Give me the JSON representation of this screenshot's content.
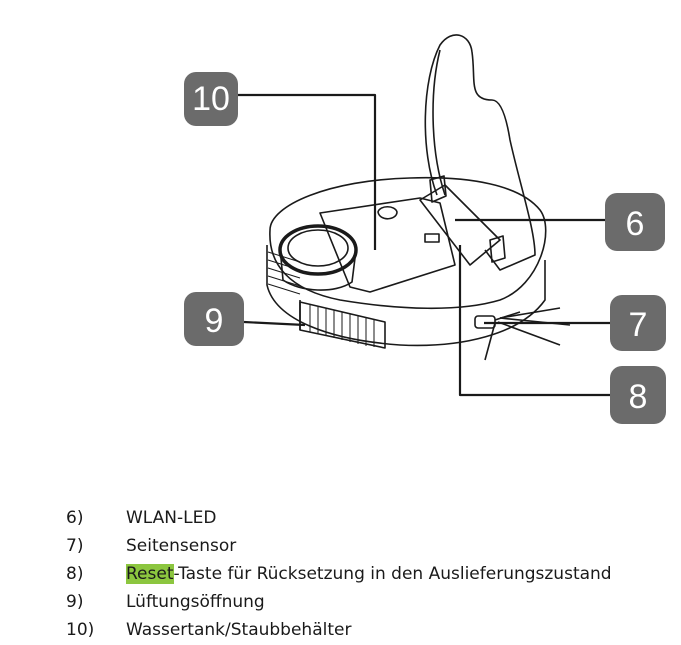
{
  "callouts": [
    {
      "id": "10",
      "label": "10"
    },
    {
      "id": "6",
      "label": "6"
    },
    {
      "id": "9",
      "label": "9"
    },
    {
      "id": "7",
      "label": "7"
    },
    {
      "id": "8",
      "label": "8"
    }
  ],
  "legend": [
    {
      "num": "6)",
      "text": "WLAN-LED"
    },
    {
      "num": "7)",
      "text": "Seitensensor"
    },
    {
      "num": "8)",
      "highlight": "Reset",
      "text": "-Taste für Rücksetzung in den Auslieferungszustand"
    },
    {
      "num": "9)",
      "text": "Lüftungsöffnung"
    },
    {
      "num": "10)",
      "text": "Wassertank/Staubbehälter"
    }
  ],
  "colors": {
    "callout_fill": "#6b6b6b",
    "callout_text": "#ffffff",
    "highlight": "#8cc63f",
    "line": "#1a1a1a"
  }
}
